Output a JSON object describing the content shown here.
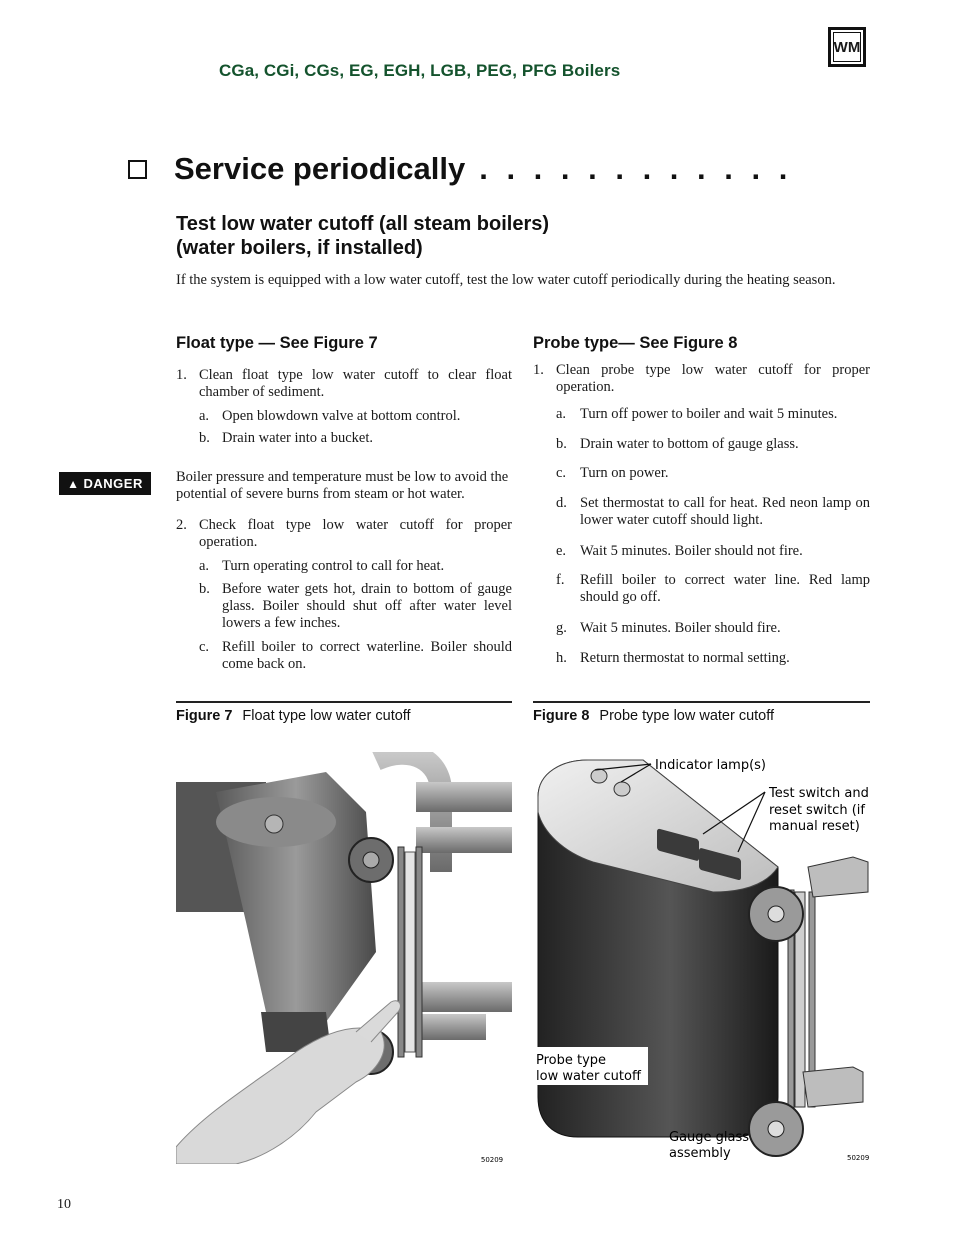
{
  "header": {
    "title": "CGa, CGi, CGs, EG, EGH, LGB, PEG, PFG Boilers",
    "logo": "WM"
  },
  "section": {
    "title": "Service periodically",
    "dots": ". . . . . . . . . . . ."
  },
  "subsection": {
    "title_line1": "Test low water cutoff (all steam boilers)",
    "title_line2": "(water boilers, if installed)",
    "intro": "If the system is equipped with a low water cutoff, test the low water cutoff periodically during the heating season."
  },
  "float": {
    "heading": "Float type — See Figure 7",
    "step1_num": "1.",
    "step1": "Clean float type low water cutoff to clear float chamber of sediment.",
    "step1_subs": [
      {
        "letter": "a.",
        "text": "Open blowdown valve at bottom control."
      },
      {
        "letter": "b.",
        "text": "Drain water into a bucket."
      }
    ],
    "danger_label": "DANGER",
    "danger_text": "Boiler pressure and temperature must be low to avoid the potential of severe burns from steam or hot water.",
    "step2_num": "2.",
    "step2": "Check float type low water cutoff for proper operation.",
    "step2_subs": [
      {
        "letter": "a.",
        "text": "Turn operating control to call for heat."
      },
      {
        "letter": "b.",
        "text": "Before water gets hot, drain to bottom of gauge glass.  Boiler should shut off after water level lowers a few inches."
      },
      {
        "letter": "c.",
        "text": "Refill boiler to correct waterline. Boiler should come back on."
      }
    ]
  },
  "probe": {
    "heading": "Probe type— See Figure 8",
    "step1_num": "1.",
    "step1": "Clean probe type low water cutoff for proper operation.",
    "subs": [
      {
        "letter": "a.",
        "text": "Turn off power to boiler and wait 5 minutes."
      },
      {
        "letter": "b.",
        "text": "Drain water to bottom of gauge glass."
      },
      {
        "letter": "c.",
        "text": "Turn on power."
      },
      {
        "letter": "d.",
        "text": "Set thermostat to call for heat. Red neon lamp on lower water cutoff should light."
      },
      {
        "letter": "e.",
        "text": "Wait 5 minutes. Boiler should not fire."
      },
      {
        "letter": "f.",
        "text": "Refill boiler to correct water line. Red lamp should go off."
      },
      {
        "letter": "g.",
        "text": "Wait 5 minutes. Boiler should fire."
      },
      {
        "letter": "h.",
        "text": "Return thermostat to normal setting."
      }
    ]
  },
  "figure7": {
    "label": "Figure 7",
    "caption": "Float type low water cutoff",
    "id": "50209"
  },
  "figure8": {
    "label": "Figure 8",
    "caption": "Probe type low water cutoff",
    "callout_lamps": "Indicator lamp(s)",
    "callout_switch_1": "Test switch and",
    "callout_switch_2": "reset switch (if",
    "callout_switch_3": "manual reset)",
    "callout_probe_1": "Probe type",
    "callout_probe_2": "low water cutoff",
    "callout_gauge_1": "Gauge glass",
    "callout_gauge_2": "assembly",
    "id": "50209"
  },
  "page_number": "10"
}
